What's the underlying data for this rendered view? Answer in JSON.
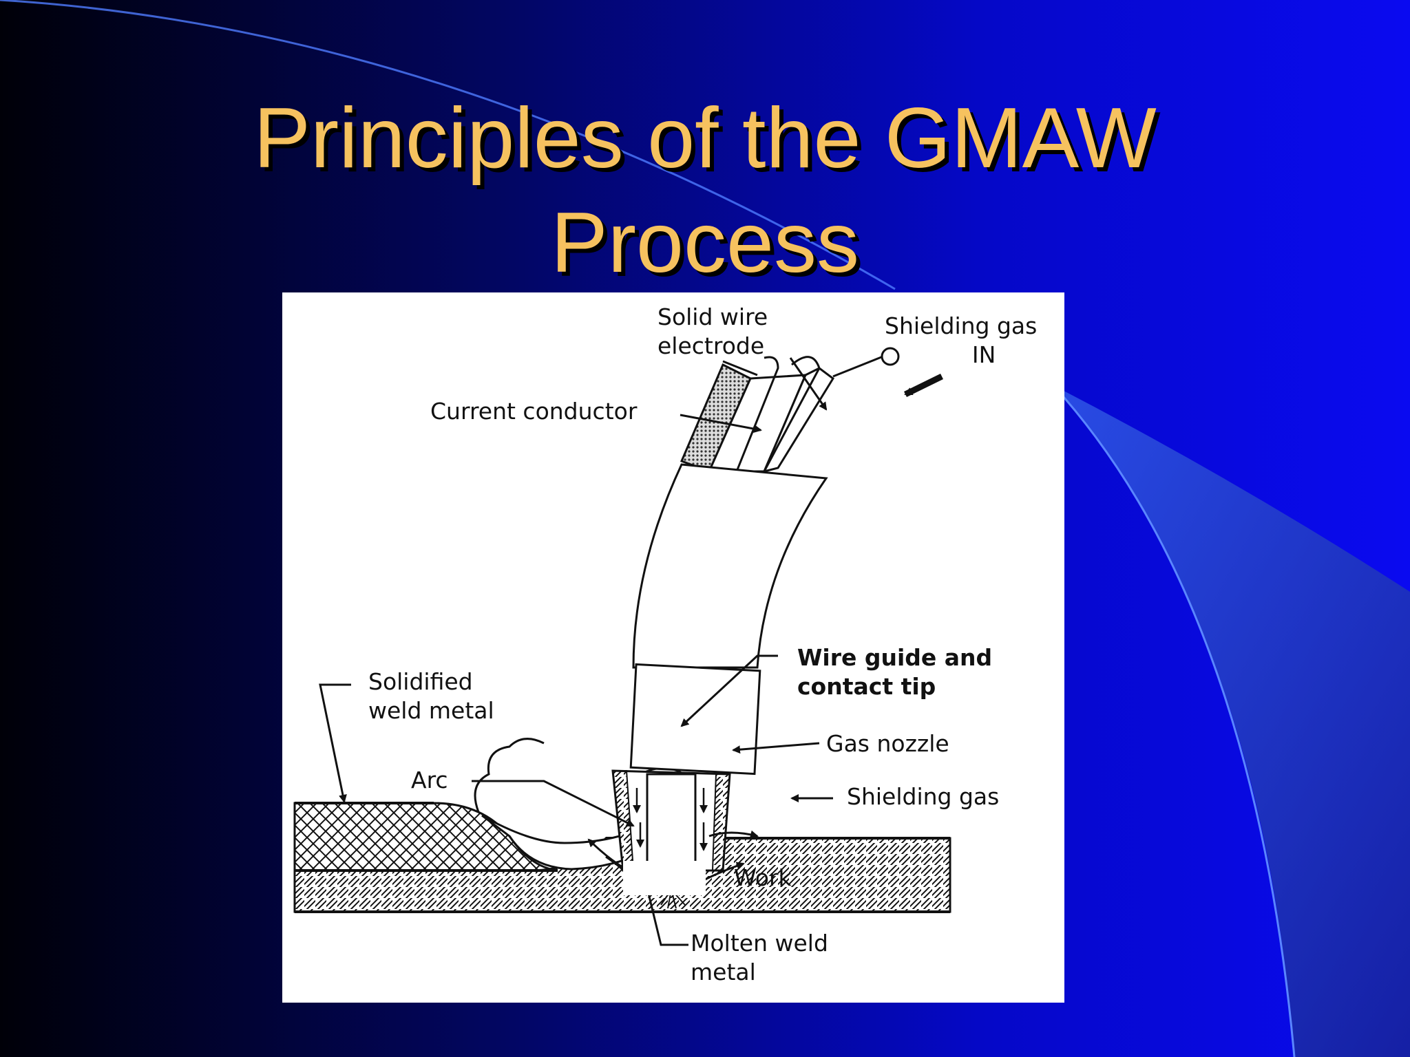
{
  "slide": {
    "title_line1": "Principles of the GMAW",
    "title_line2": "Process",
    "colors": {
      "title": "#f6c25f",
      "background_dark": "#000010",
      "background_blue": "#0a0ad8",
      "accent_light_blue": "#3a6cf0"
    }
  },
  "diagram": {
    "labels": {
      "solid_wire_line1": "Solid wire",
      "solid_wire_line2": "electrode",
      "shielding_gas_in_line1": "Shielding gas",
      "shielding_gas_in_line2": "IN",
      "current_conductor": "Current conductor",
      "wire_guide_line1": "Wire guide and",
      "wire_guide_line2": "contact tip",
      "solidified_line1": "Solidified",
      "solidified_line2": "weld metal",
      "gas_nozzle": "Gas nozzle",
      "arc": "Arc",
      "shielding_gas": "Shielding gas",
      "work": "Work",
      "molten_line1": "Molten weld",
      "molten_line2": "metal"
    }
  }
}
